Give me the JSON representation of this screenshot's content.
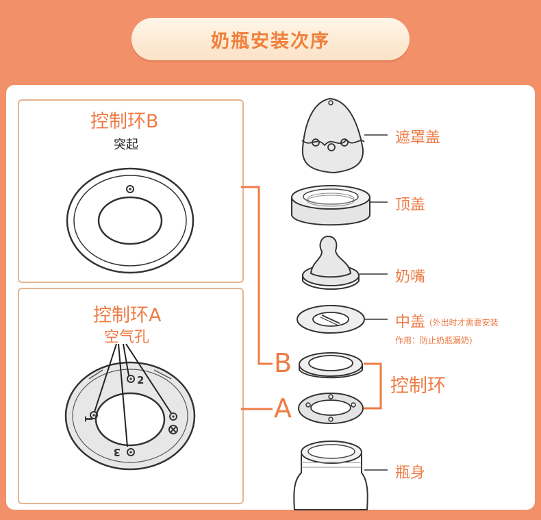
{
  "title": "奶瓶安装次序",
  "ring_b": {
    "title": "控制环B",
    "bump_label": "突起"
  },
  "ring_a": {
    "title": "控制环A",
    "vent_label": "空气孔",
    "hole_numbers": [
      "1",
      "2",
      "3"
    ]
  },
  "parts": [
    {
      "name": "遮罩盖"
    },
    {
      "name": "顶盖"
    },
    {
      "name": "奶嘴"
    },
    {
      "name": "中盖",
      "note_line1": "(外出时才需要安装",
      "note_line2": "作用：防止奶瓶漏奶)"
    },
    {
      "name": "瓶身"
    }
  ],
  "control_ring_label": "控制环",
  "letter_b": "B",
  "letter_a": "A",
  "colors": {
    "background": "#F19069",
    "accent": "#EE7B45",
    "box_border": "#E8B48C"
  }
}
